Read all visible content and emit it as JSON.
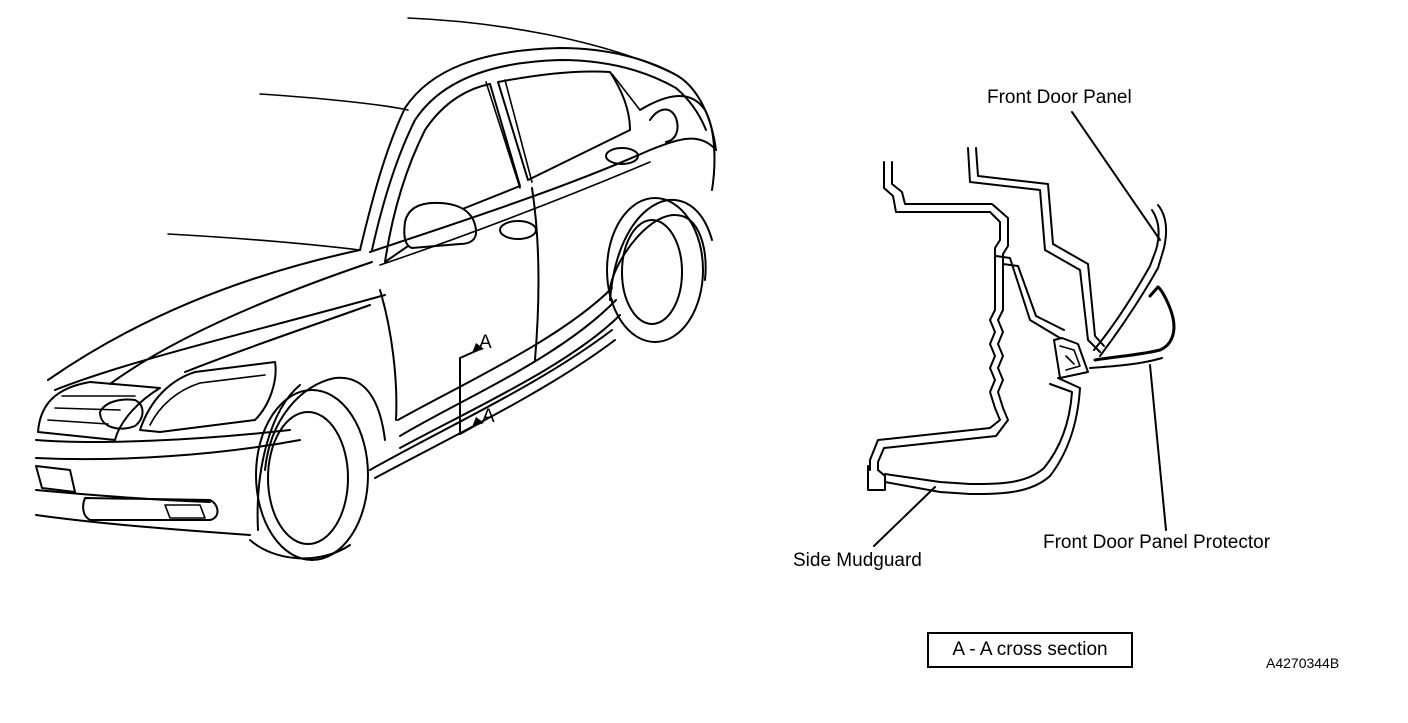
{
  "labels": {
    "front_door_panel": "Front Door Panel",
    "side_mudguard": "Side Mudguard",
    "front_door_panel_protector": "Front Door Panel Protector",
    "section_marker_top": "A",
    "section_marker_bottom": "A"
  },
  "caption": "A - A cross section",
  "figure_id": "A4270344B"
}
